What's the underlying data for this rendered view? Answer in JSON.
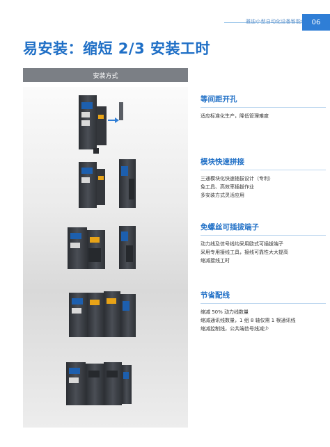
{
  "header": {
    "subtitle": "雅迪小型自动化设备智能化",
    "page_number": "06"
  },
  "title": "易安装：缩短 2/3 安装工时",
  "banner": "安装方式",
  "features": [
    {
      "heading": "等间距开孔",
      "lines": [
        "适应标准化生产，降低管理难度"
      ]
    },
    {
      "heading": "模块快速拼接",
      "lines": [
        "三通模块化快速插拔设计（专利）",
        "免工具、高效率插拔作业",
        "多安装方式灵活应用"
      ]
    },
    {
      "heading": "免螺丝可插拔端子",
      "lines": [
        "动力线及信号线均采用欧式可插拔端子",
        "采用专用接线工具，接线可靠性大大提高",
        "缩减接线工时"
      ]
    },
    {
      "heading": "节省配线",
      "lines": [
        "缩减 50% 动力线数量",
        "缩减通讯线数量，1 组 8 轴仅需 1 根通讯线",
        "缩减控制线，公共端信号线减少"
      ]
    }
  ],
  "colors": {
    "brand_blue": "#1f6fc6",
    "page_tab": "#2f7ed6",
    "banner_gray": "#7b7f85",
    "device_body": "#3a3d42",
    "device_accent": "#2f7ed6"
  }
}
